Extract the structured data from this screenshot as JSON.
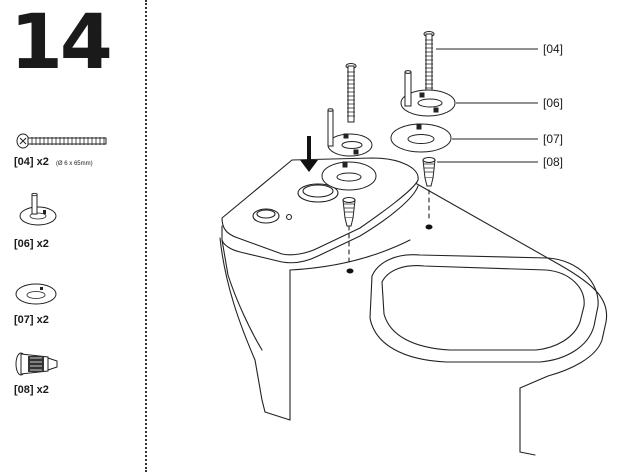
{
  "step": {
    "number": "14"
  },
  "parts": [
    {
      "code": "[04]",
      "qty": "x2",
      "note": "(Ø 6 x 65mm)"
    },
    {
      "code": "[06]",
      "qty": "x2"
    },
    {
      "code": "[07]",
      "qty": "x2"
    },
    {
      "code": "[08]",
      "qty": "x2"
    }
  ],
  "callouts": [
    "[04]",
    "[06]",
    "[07]",
    "[08]"
  ]
}
